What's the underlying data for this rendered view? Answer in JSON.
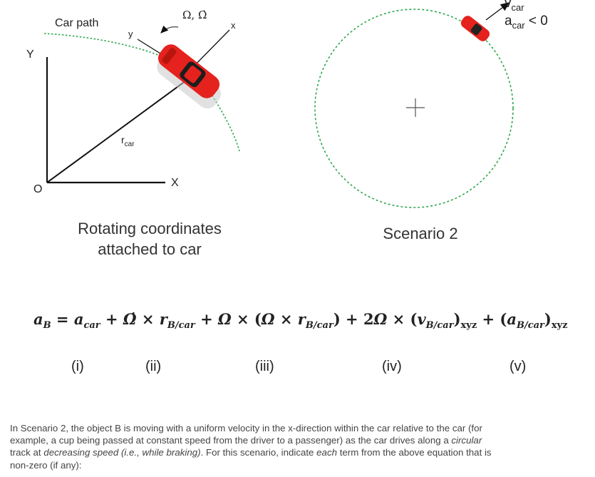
{
  "left_diagram": {
    "car_path_label": "Car path",
    "y_small": "y",
    "x_small": "x",
    "omega_label": "Ω, Ω̇",
    "Y_axis": "Y",
    "X_axis": "X",
    "origin": "O",
    "r_base": "r",
    "r_sub": "car",
    "caption_line1": "Rotating coordinates",
    "caption_line2": "attached to car"
  },
  "right_diagram": {
    "v_base": "v",
    "v_sub": "car",
    "a_base": "a",
    "a_sub": "car",
    "a_cond": "< 0",
    "caption": "Scenario 2"
  },
  "equation": {
    "lhs": "a",
    "lhs_sub": "B",
    "eq": " = ",
    "t1": "a",
    "t1_sub": "car",
    "plus1": " + ",
    "t2a": "Ω̇",
    "times1": " × ",
    "t2b": "r",
    "t2b_sub": "B/car",
    "plus2": " + ",
    "t3a": "Ω",
    "times2": " × (",
    "t3b": "Ω",
    "times3": " × ",
    "t3c": "r",
    "t3c_sub": "B/car",
    "close3": ") + 2",
    "t4a": "Ω",
    "times4": " × (",
    "t4b": "v",
    "t4b_sub": "B/car",
    "close4": ")",
    "t4_sub": "xyz",
    "plus5": " + (",
    "t5": "a",
    "t5_sub": "B/car",
    "close5": ")",
    "t5_outer": "xyz"
  },
  "term_labels": [
    "(i)",
    "(ii)",
    "(iii)",
    "(iv)",
    "(v)"
  ],
  "question": {
    "p1": "In Scenario 2, the object B is moving with a uniform velocity in the x-direction within the car relative to the car (for example, a cup being passed at constant speed from the driver to a passenger) as the car drives along a ",
    "p1_em": "circular",
    "p2": " track at ",
    "p2_em": "decreasing speed (i.e., while braking)",
    "p3": ". For this scenario, indicate ",
    "p3_em": "each",
    "p4": " term from the above equation that is non-zero (if any):"
  },
  "colors": {
    "path_green": "#2fa84f",
    "car_red": "#e5221d",
    "axis": "#111111"
  }
}
